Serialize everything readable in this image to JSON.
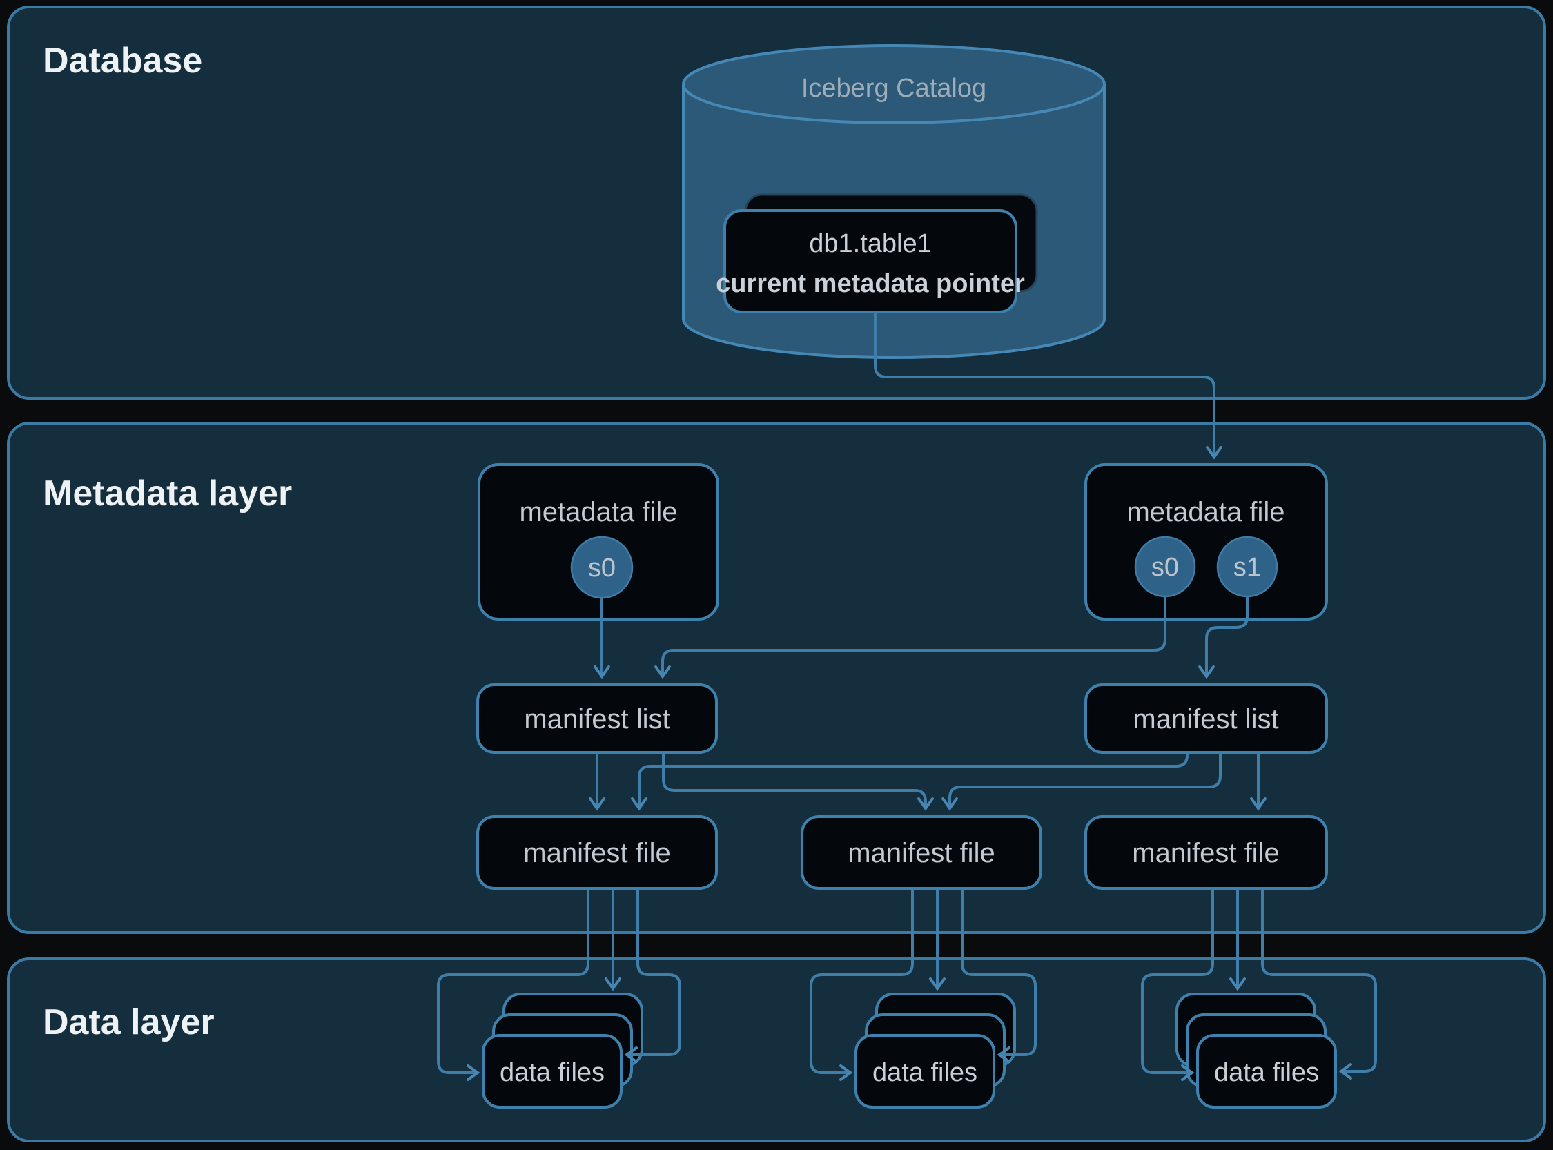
{
  "colors": {
    "background": "#0a0b0c",
    "panel_fill": "#142e3d",
    "panel_border": "#3a7aa4",
    "node_fill": "#04080c",
    "node_border": "#3f81ad",
    "connector": "#3f7ea9",
    "cylinder_fill": "#2b5977",
    "cylinder_border": "#4587b5",
    "snapshot_fill": "#2e6288",
    "section_title_text": "#eef2f5",
    "node_label_text": "#c3cad1"
  },
  "sections": {
    "database": {
      "label": "Database"
    },
    "metadata_layer": {
      "label": "Metadata layer"
    },
    "data_layer": {
      "label": "Data layer"
    }
  },
  "catalog": {
    "label": "Iceberg Catalog",
    "table_card": {
      "name": "db1.table1",
      "pointer": "current metadata pointer"
    }
  },
  "metadata_files": [
    {
      "label": "metadata file",
      "snapshots": [
        {
          "id": "s0"
        }
      ]
    },
    {
      "label": "metadata file",
      "snapshots": [
        {
          "id": "s0"
        },
        {
          "id": "s1"
        }
      ]
    }
  ],
  "manifest_lists": [
    {
      "label": "manifest list"
    },
    {
      "label": "manifest list"
    }
  ],
  "manifest_files": [
    {
      "label": "manifest file"
    },
    {
      "label": "manifest file"
    },
    {
      "label": "manifest file"
    }
  ],
  "data_stacks": [
    {
      "label": "data files"
    },
    {
      "label": "data files"
    },
    {
      "label": "data files"
    }
  ]
}
